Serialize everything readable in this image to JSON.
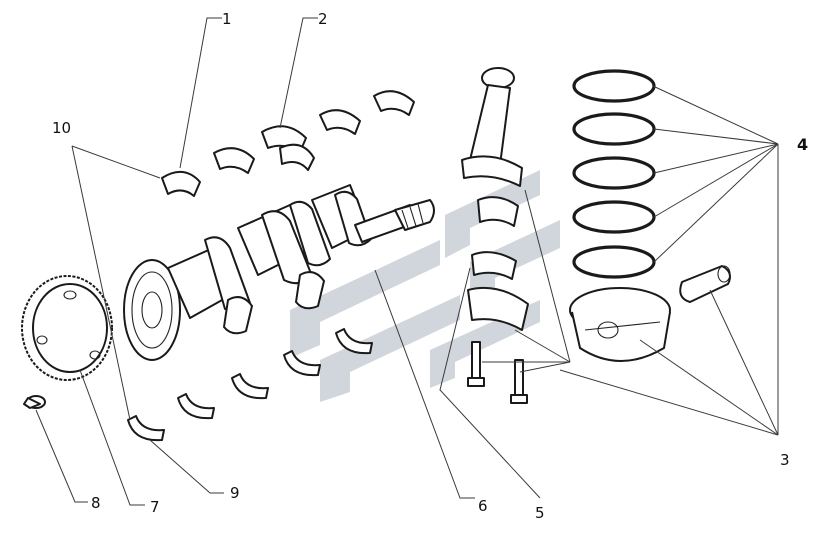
{
  "labels": {
    "l1": "1",
    "l2": "2",
    "l3": "3",
    "l4": "4",
    "l5": "5",
    "l6": "6",
    "l7": "7",
    "l8": "8",
    "l9": "9",
    "l10": "10"
  },
  "colors": {
    "line": "#1a1a1a",
    "watermark": "#9aa5b1",
    "background": "#ffffff"
  },
  "icons": {
    "watermark": "stylized-arrow-logo-icon"
  }
}
